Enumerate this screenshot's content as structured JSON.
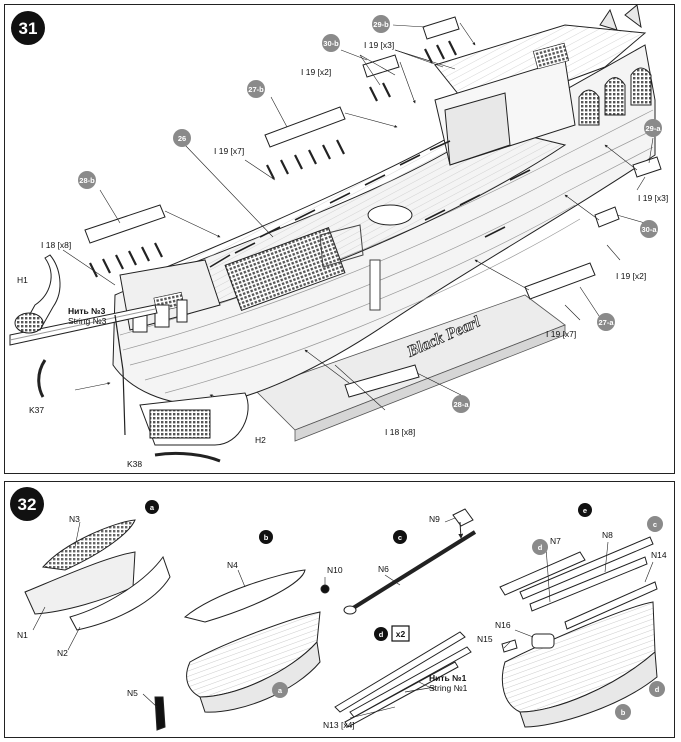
{
  "step31": {
    "number": "31",
    "badges": {
      "b29": "29-b",
      "b30": "30-b",
      "b27": "27-b",
      "b26": "26",
      "b28": "28-b",
      "a29": "29-a",
      "a30": "30-a",
      "a27": "27-a",
      "a28": "28-a"
    },
    "labels": {
      "l19x3_top": "I 19 [x3]",
      "l19x2_top": "I 19 [x2]",
      "l19x7_top": "I 19 [x7]",
      "l18x8_top": "I 18 [x8]",
      "l19x3_right": "I 19 [x3]",
      "l19x2_right": "I 19 [x2]",
      "l19x7_right": "I 19 [x7]",
      "l18x8_bottom": "I 18 [x8]",
      "h1": "H1",
      "h2": "H2",
      "k37": "K37",
      "k38": "K38",
      "string_ru": "Нить №3",
      "string_en": "String №3",
      "hull_name": "Black Pearl"
    }
  },
  "step32": {
    "number": "32",
    "sub": {
      "a": "a",
      "b": "b",
      "c": "c",
      "d": "d",
      "e": "e",
      "x2": "x2"
    },
    "badges": {
      "a_circle": "a",
      "b_circle": "b",
      "c_circle": "c",
      "d_circle1": "d",
      "d_circle2": "d",
      "b_circle2": "b"
    },
    "labels": {
      "n1": "N1",
      "n2": "N2",
      "n3": "N3",
      "n4": "N4",
      "n5": "N5",
      "n6": "N6",
      "n7": "N7",
      "n8": "N8",
      "n9": "N9",
      "n10": "N10",
      "n13": "N13 [x4]",
      "n14": "N14",
      "n15": "N15",
      "n16": "N16",
      "string_ru": "Нить №1",
      "string_en": "String №1"
    }
  },
  "colors": {
    "badge": "#8a8a8a",
    "step": "#111111",
    "line": "#222222"
  }
}
